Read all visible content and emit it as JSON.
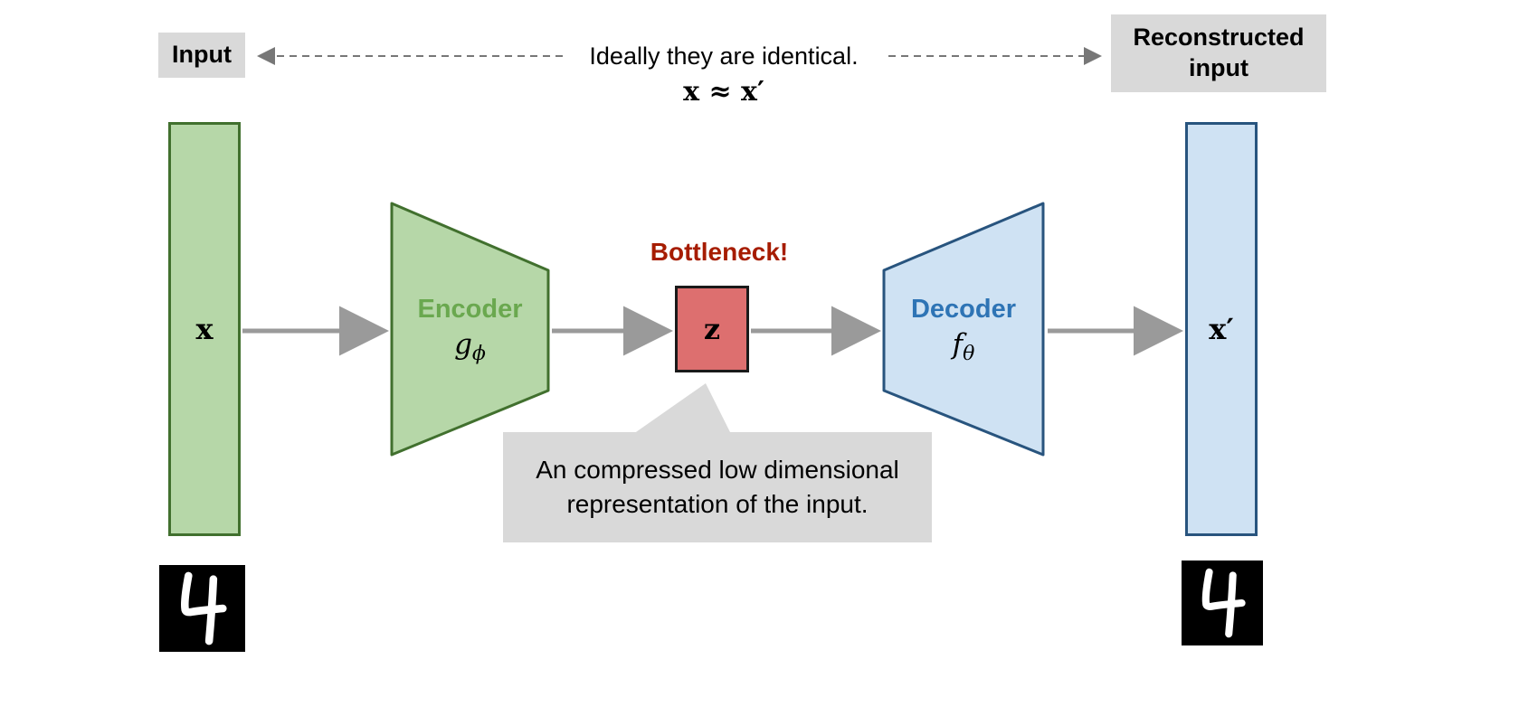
{
  "diagram": {
    "top": {
      "input_label": "Input",
      "reconstructed_label": "Reconstructed input",
      "identical_text": "Ideally they are identical.",
      "approx_text": "x ≈ x′"
    },
    "nodes": {
      "x_label": "x",
      "x_prime_label": "x′",
      "encoder_label": "Encoder",
      "encoder_param_main": "g",
      "encoder_param_sub": "ϕ",
      "z_label": "z",
      "bottleneck_label": "Bottleneck!",
      "decoder_label": "Decoder",
      "decoder_param_main": "f",
      "decoder_param_sub": "θ"
    },
    "callout": {
      "line1": "An compressed low dimensional",
      "line2": "representation of the input."
    },
    "digits": {
      "left_digit": "4",
      "right_digit": "4"
    },
    "colors": {
      "green_fill": "#b6d7a8",
      "green_stroke": "#41702e",
      "green_text": "#6aa84f",
      "blue_fill": "#cfe2f3",
      "blue_stroke": "#28547e",
      "blue_text": "#2e74b5",
      "red_fill": "#dd6f6f",
      "red_text": "#a61c00",
      "gray_box": "#d9d9d9",
      "arrow": "#9a9a9a"
    }
  }
}
